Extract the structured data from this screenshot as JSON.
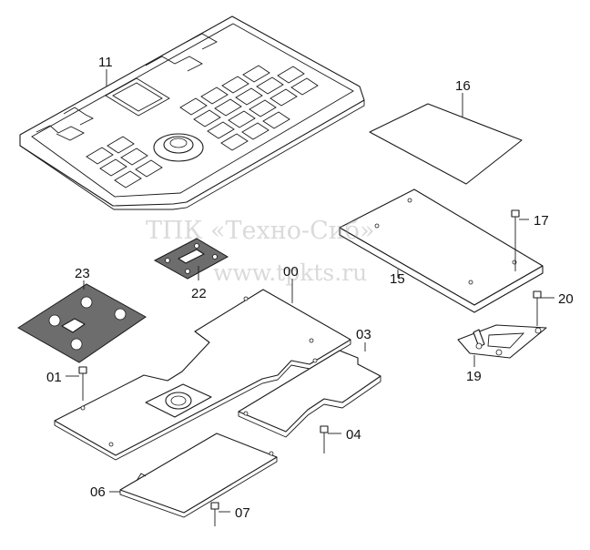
{
  "watermark": {
    "line1": "ТПК «Техно-Сиб»",
    "line2": "www.tpkts.ru"
  },
  "callouts": {
    "p11": "11",
    "p16": "16",
    "p17": "17",
    "p15": "15",
    "p20": "20",
    "p19": "19",
    "p23": "23",
    "p22": "22",
    "p00": "00",
    "p03": "03",
    "p01": "01",
    "p04": "04",
    "p06": "06",
    "p07": "07"
  },
  "colors": {
    "line": "#1a1a1a",
    "mat": "#6d6d6d",
    "watermark": "#969696"
  }
}
